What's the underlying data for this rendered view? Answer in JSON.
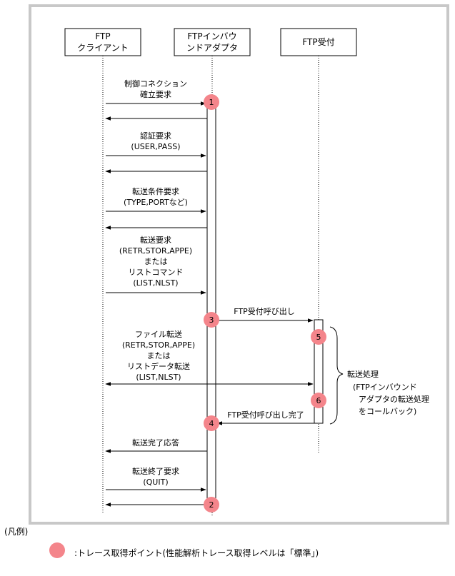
{
  "participants": {
    "client": [
      "FTP",
      "クライアント"
    ],
    "adapter": [
      "FTPインバウ",
      "ンドアダプタ"
    ],
    "receiver": [
      "FTP受付"
    ]
  },
  "messages": {
    "control_connect": [
      "制御コネクション",
      "確立要求"
    ],
    "auth": [
      "認証要求",
      "(USER,PASS)"
    ],
    "transfer_cond": [
      "転送条件要求",
      "(TYPE,PORTなど)"
    ],
    "transfer_req": [
      "転送要求",
      "(RETR,STOR,APPE)",
      "または",
      "リストコマンド",
      "(LIST,NLST)"
    ],
    "receiver_call": [
      "FTP受付呼び出し"
    ],
    "file_transfer": [
      "ファイル転送",
      "(RETR,STOR,APPE)",
      "または",
      "リストデータ転送",
      "(LIST,NLST)"
    ],
    "receiver_done": [
      "FTP受付呼び出し完了"
    ],
    "transfer_done": [
      "転送完了応答"
    ],
    "transfer_end": [
      "転送終了要求",
      "(QUIT)"
    ]
  },
  "points": {
    "p1": "1",
    "p2": "2",
    "p3": "3",
    "p4": "4",
    "p5": "5",
    "p6": "6"
  },
  "brace_note": [
    "転送処理",
    "(FTPインバウンド",
    "アダプタの転送処理",
    "をコールバック)"
  ],
  "legend": {
    "title": "(凡例)",
    "text": ":トレース取得ポイント(性能解析トレース取得レベルは「標準」)"
  },
  "colors": {
    "trace_point": "#f4858b",
    "frame": "#c8c8c8"
  }
}
